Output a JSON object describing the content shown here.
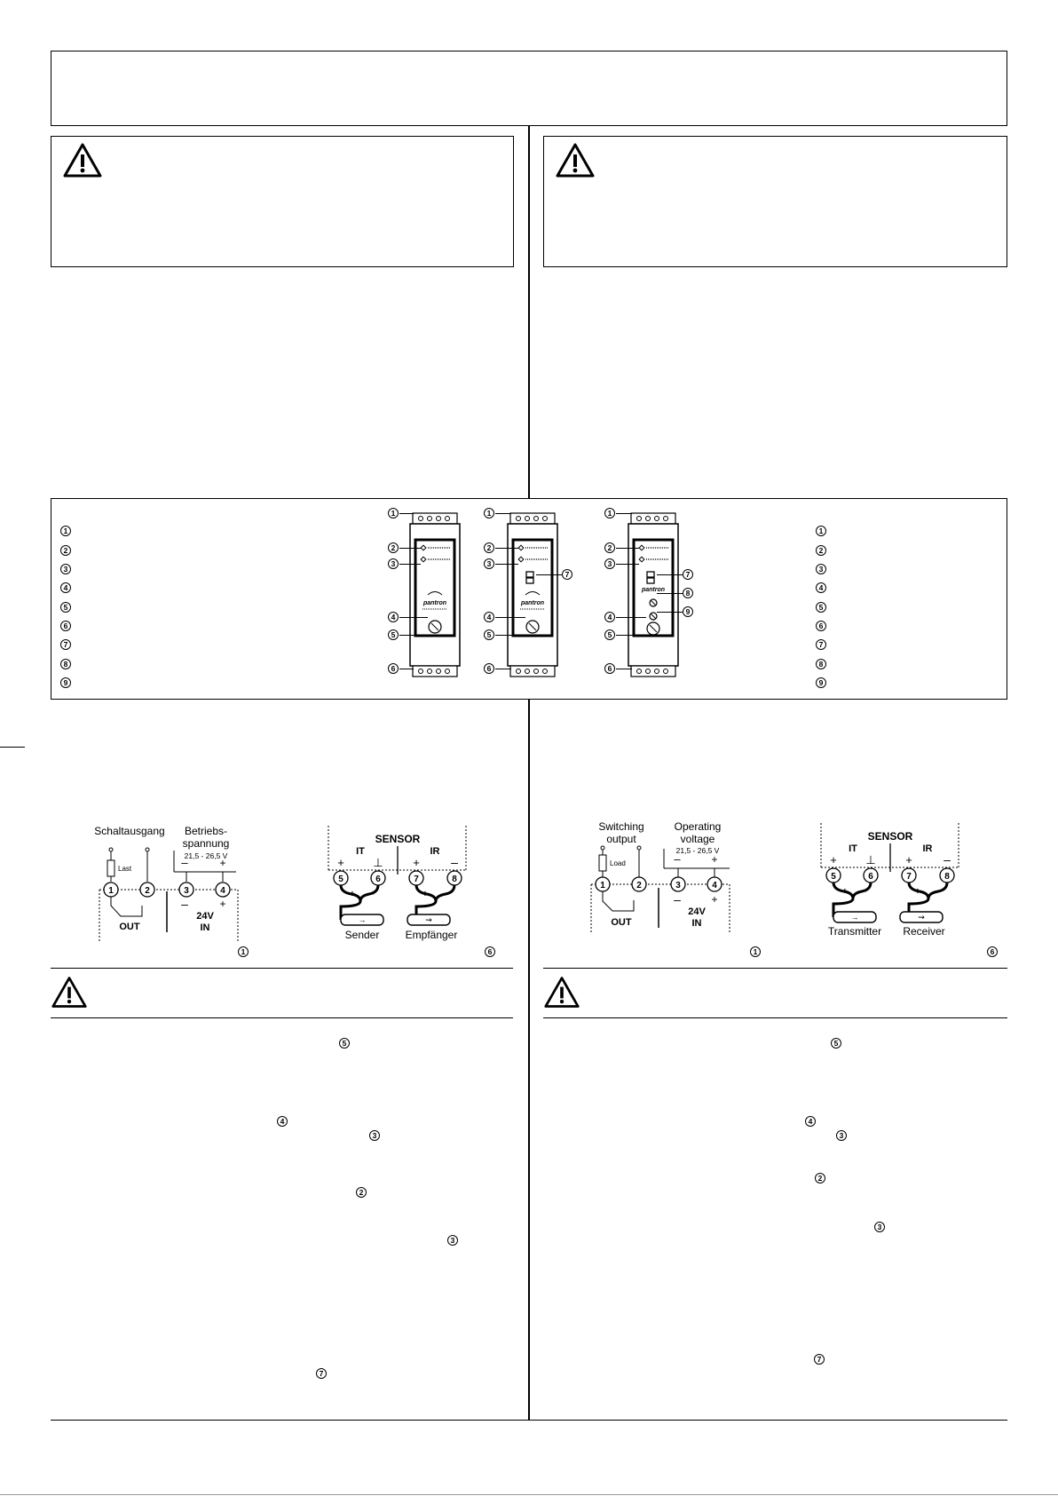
{
  "legend": [
    "1",
    "2",
    "3",
    "4",
    "5",
    "6",
    "7",
    "8",
    "9"
  ],
  "devices": {
    "callouts_a": [
      "1",
      "2",
      "3",
      "4",
      "5",
      "6"
    ],
    "callouts_b": [
      "1",
      "2",
      "3",
      "4",
      "5",
      "6",
      "7"
    ],
    "callouts_c": [
      "1",
      "2",
      "3",
      "4",
      "5",
      "6",
      "7",
      "8",
      "9"
    ],
    "brand": "pantron"
  },
  "wiring_de": {
    "switch_output": "Schaltausgang",
    "load": "Last",
    "supply_line1": "Betriebs-",
    "supply_line2": "spannung",
    "range": "21,5 - 26,5 V",
    "out": "OUT",
    "volt": "24V",
    "in": "IN",
    "ref": "1"
  },
  "sensor_de": {
    "title": "SENSOR",
    "it": "IT",
    "ir": "IR",
    "sender": "Sender",
    "receiver": "Empfänger",
    "ref": "6"
  },
  "wiring_en": {
    "switch_line1": "Switching",
    "switch_line2": "output",
    "load": "Load",
    "volt_line1": "Operating",
    "volt_line2": "voltage",
    "range": "21,5 - 26,5 V",
    "out": "OUT",
    "volt": "24V",
    "in": "IN",
    "ref": "1"
  },
  "sensor_en": {
    "title": "SENSOR",
    "it": "IT",
    "ir": "IR",
    "sender": "Transmitter",
    "receiver": "Receiver",
    "ref": "6"
  },
  "text_refs_de": [
    "5",
    "4",
    "3",
    "2",
    "3",
    "7"
  ],
  "text_refs_en": [
    "5",
    "4",
    "3",
    "2",
    "3",
    "7"
  ]
}
